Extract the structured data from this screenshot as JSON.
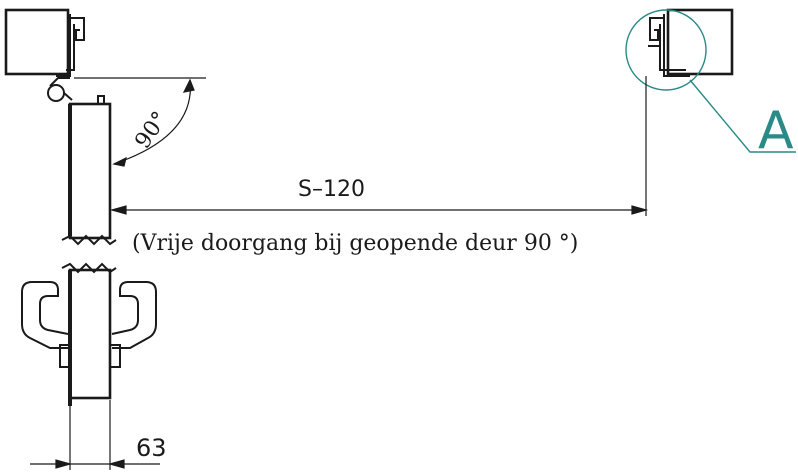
{
  "drawing": {
    "door_opening_dimension": "S–120",
    "free_passage_note": "(Vrije doorgang bij geopende deur 90 °)",
    "angle_label": "90°",
    "door_thickness_dimension": "63",
    "detail_marker": "A",
    "colors": {
      "line": "#1a1a1a",
      "detail_callout": "#2a8a86"
    }
  }
}
